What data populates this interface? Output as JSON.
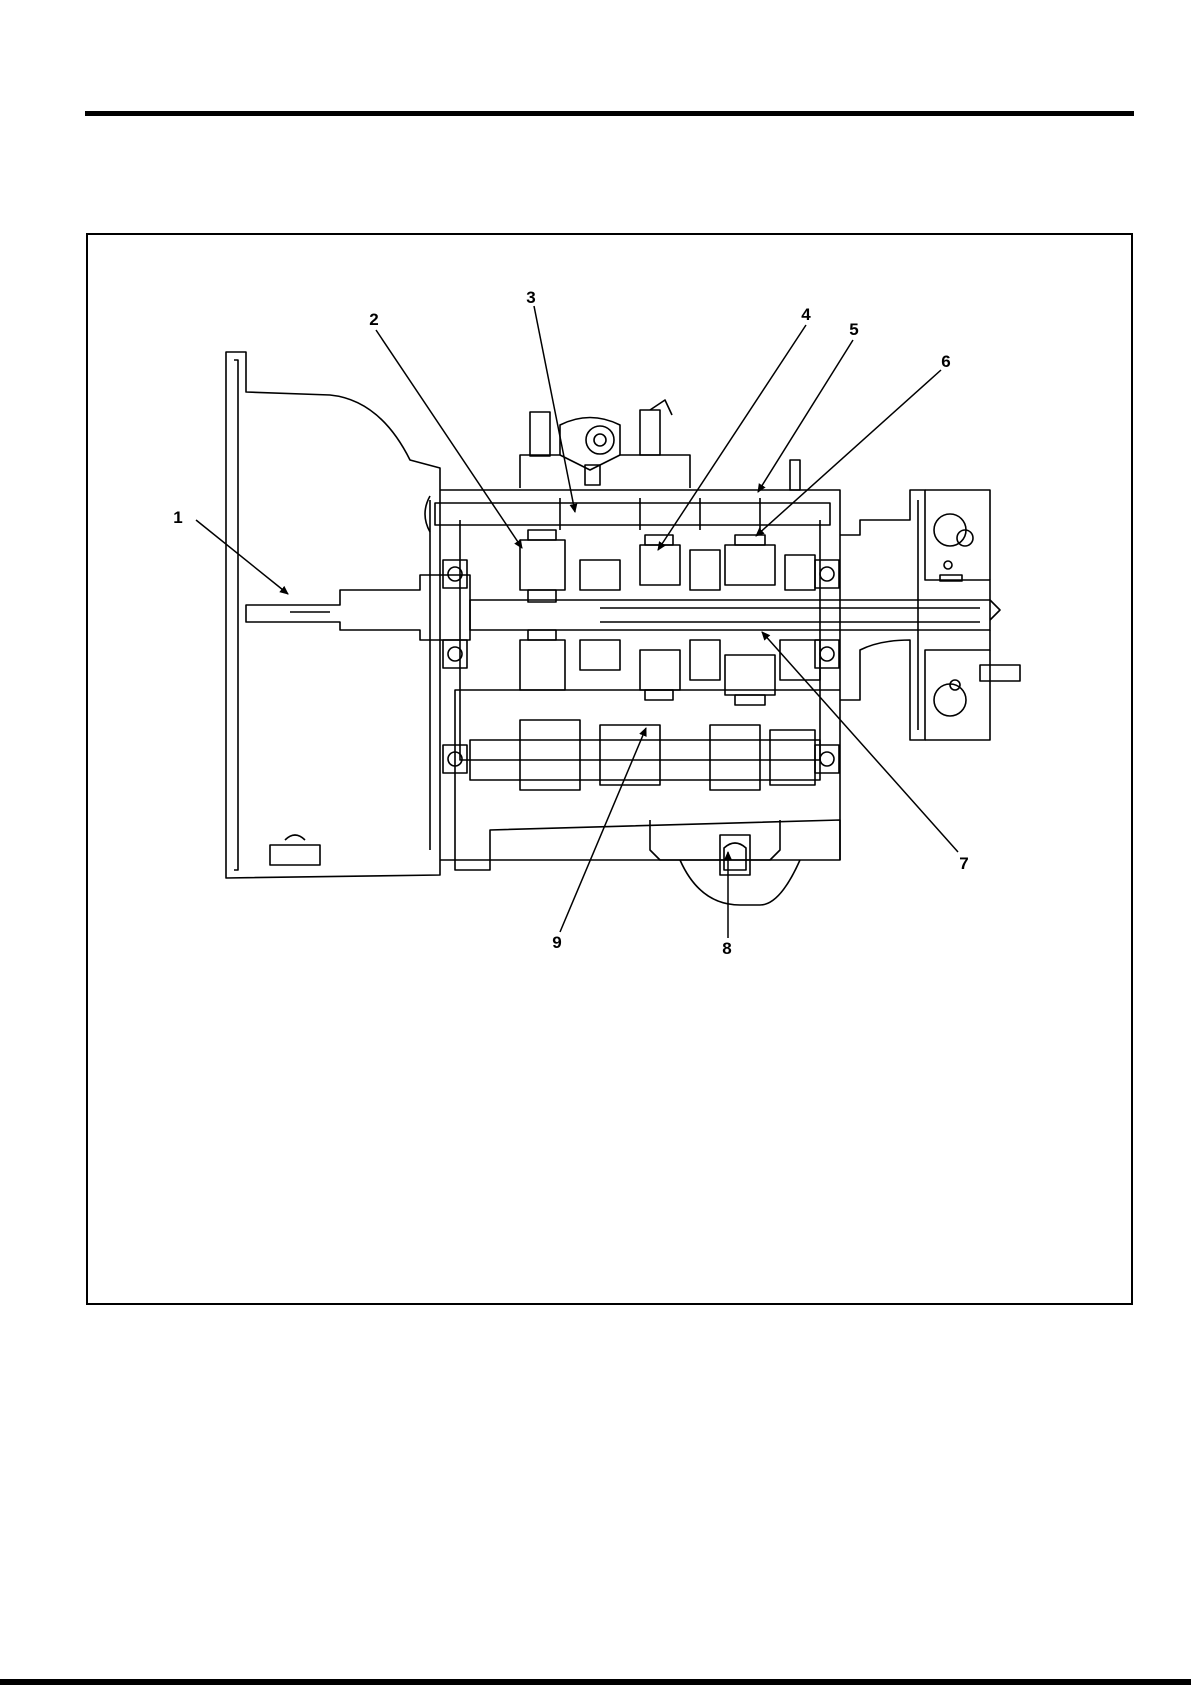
{
  "diagram": {
    "callouts": [
      {
        "id": "1",
        "label": "1"
      },
      {
        "id": "2",
        "label": "2"
      },
      {
        "id": "3",
        "label": "3"
      },
      {
        "id": "4",
        "label": "4"
      },
      {
        "id": "5",
        "label": "5"
      },
      {
        "id": "6",
        "label": "6"
      },
      {
        "id": "7",
        "label": "7"
      },
      {
        "id": "8",
        "label": "8"
      },
      {
        "id": "9",
        "label": "9"
      }
    ]
  },
  "colors": {
    "ink": "#000000",
    "paper": "#ffffff"
  }
}
